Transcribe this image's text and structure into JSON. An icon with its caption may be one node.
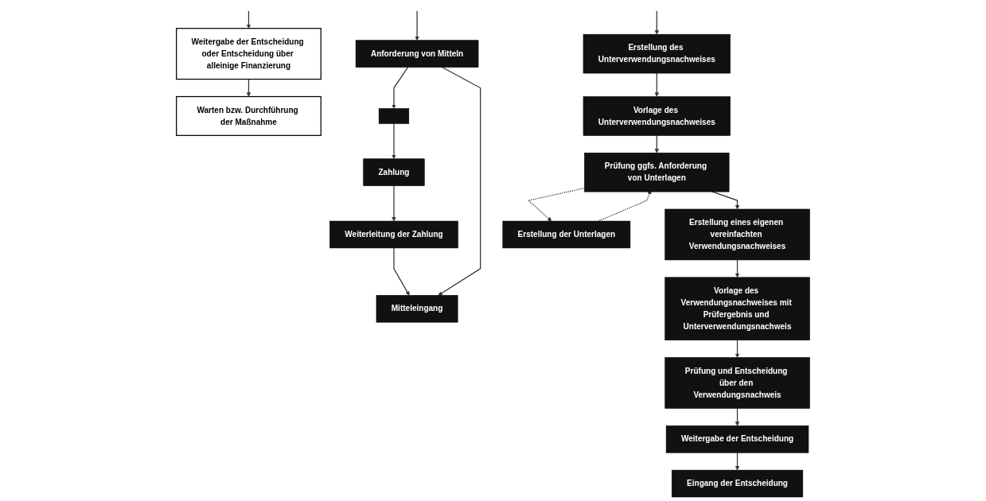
{
  "diagram": {
    "nodes": [
      {
        "text": [
          "Warten bzw. Durchführung der Maßnahme"
        ]
      },
      {
        "text": [
          "Weitergabe der Entscheidung oder Entscheidung über alleinige Finanzierung"
        ]
      },
      {
        "text": [
          "Anforderung von Mitteln"
        ]
      },
      {
        "text": [],
        "shape": "box"
      },
      {
        "text": [
          "Mitteleingang"
        ]
      },
      {
        "text": [
          "Weiterleitung der Zahlung"
        ]
      },
      {
        "text": [
          "Zahlung"
        ]
      },
      {
        "text": [
          "Erstellung des Unterverwendungsnachweises"
        ]
      },
      {
        "text": [
          "Vorlage des Unterverwendungsnachweises"
        ]
      },
      {
        "text": [
          "Erstellung der Unterlagen"
        ]
      },
      {
        "text": [
          "Prüfung ggfs. Anforderung von Unterlagen"
        ]
      },
      {
        "text": [
          "Erstellung eines eigenen vereinfachten Verwendungsnachweises"
        ]
      },
      {
        "text": [
          "Vorlage des Verwendungsnachweises mit Prüfergebnis und Unterverwendungsnachweis"
        ]
      },
      {
        "text": [
          "Eingang der Entscheidung"
        ]
      },
      {
        "text": [
          "Weitergabe der Entscheidung"
        ]
      },
      {
        "text": [
          "Prüfung und Entscheidung über den Verwendungsnachweis"
        ]
      }
    ],
    "edges": [
      {
        "from": null,
        "to": 1,
        "arrow": "to"
      },
      {
        "from": 1,
        "to": 0,
        "arrow": "to"
      },
      {
        "from": null,
        "to": 2,
        "arrow": "to"
      },
      {
        "from": 2,
        "to": 3,
        "arrow": "to"
      },
      {
        "from": 2,
        "to": 4,
        "arrow": "to"
      },
      {
        "from": 3,
        "to": 6,
        "arrow": "to"
      },
      {
        "from": 6,
        "to": 5,
        "arrow": "to"
      },
      {
        "from": 5,
        "to": 4,
        "arrow": "to"
      },
      {
        "from": null,
        "to": 7,
        "arrow": "to"
      },
      {
        "from": 7,
        "to": 8,
        "arrow": "to"
      },
      {
        "from": 8,
        "to": 10,
        "arrow": "to"
      },
      {
        "from": 10,
        "to": 9,
        "arrow": "to",
        "style": "dashed"
      },
      {
        "from": 9,
        "to": 10,
        "arrow": "to",
        "style": "dashed"
      },
      {
        "from": 10,
        "to": 11,
        "arrow": "to"
      },
      {
        "from": 11,
        "to": 12,
        "arrow": "to"
      },
      {
        "from": 12,
        "to": 15,
        "arrow": "to"
      },
      {
        "from": 15,
        "to": 14,
        "arrow": "to"
      },
      {
        "from": 14,
        "to": 13,
        "arrow": "to"
      }
    ]
  }
}
